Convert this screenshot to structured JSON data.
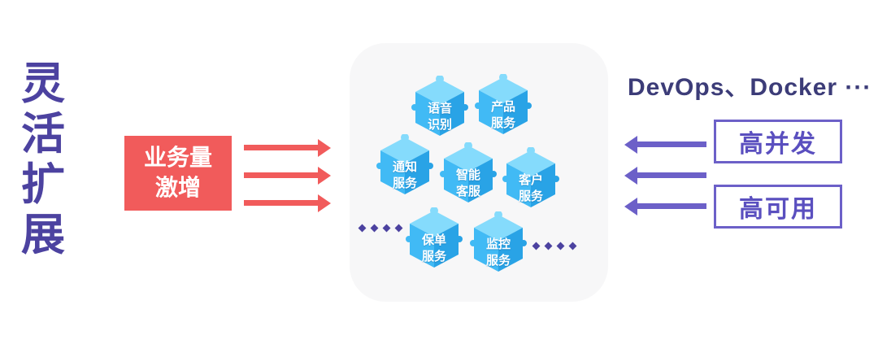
{
  "colors": {
    "red": "#F15B5B",
    "purple_arrow": "#6C60C8",
    "deep_purple_title": "#4C42A0",
    "header_navy": "#3C3C78",
    "cube_top": "#85DBFC",
    "cube_left": "#41BAF5",
    "cube_right": "#29A3E6",
    "panel_bg": "#F7F7F8"
  },
  "left_title": {
    "chars": [
      "灵",
      "活",
      "扩",
      "展"
    ]
  },
  "trigger": {
    "line1": "业务量",
    "line2": "激增"
  },
  "panel": {
    "services": [
      {
        "line1": "语音",
        "line2": "识别"
      },
      {
        "line1": "产品",
        "line2": "服务"
      },
      {
        "line1": "通知",
        "line2": "服务"
      },
      {
        "line1": "智能",
        "line2": "客服"
      },
      {
        "line1": "客户",
        "line2": "服务"
      },
      {
        "line1": "保单",
        "line2": "服务"
      },
      {
        "line1": "监控",
        "line2": "服务"
      }
    ],
    "ellipsis_icon": "dots-ellipsis-icon"
  },
  "right": {
    "header": "DevOps、Docker ···",
    "capabilities": [
      "高并发",
      "高可用"
    ]
  }
}
